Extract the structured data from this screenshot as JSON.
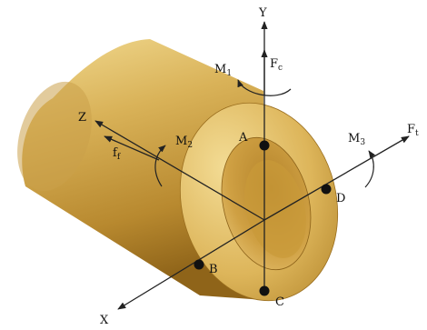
{
  "labels": {
    "y_axis": "Y",
    "z_axis": "Z",
    "x_axis": "X",
    "moment_1": "M",
    "moment_1_sub": "1",
    "force_c": "F",
    "force_c_sub": "c",
    "moment_2": "M",
    "moment_2_sub": "2",
    "force_f": "f",
    "force_f_sub": "f",
    "moment_3": "M",
    "moment_3_sub": "3",
    "force_t": "F",
    "force_t_sub": "t",
    "point_a": "A",
    "point_b": "B",
    "point_c": "C",
    "point_d": "D"
  },
  "colors": {
    "body_main": "#d4a94c",
    "body_dark": "#9a6e1e",
    "body_light": "#f1d98f",
    "face": "#e2bd62",
    "bore": "#c5962f",
    "axis": "#222222",
    "point": "#111111"
  }
}
